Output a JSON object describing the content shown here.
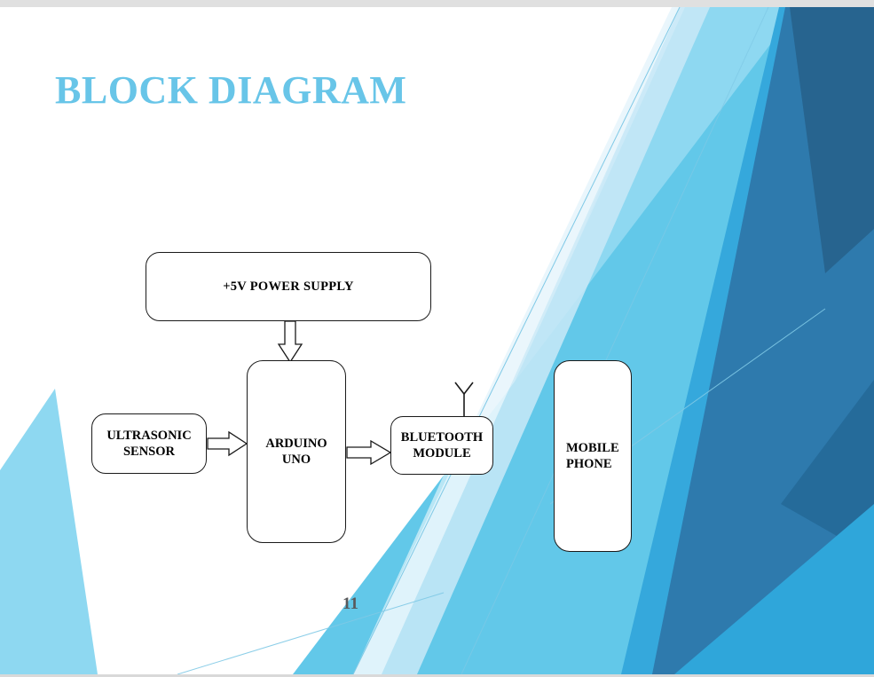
{
  "slide": {
    "title": "BLOCK DIAGRAM",
    "page_number": "11",
    "title_color": "#68c5e8",
    "page_number_color": "#59595b",
    "background_color": "#ffffff",
    "top_strip_color": "#e0e0e0"
  },
  "diagram": {
    "nodes": [
      {
        "id": "power",
        "label": "+5V POWER SUPPLY",
        "icon": "rounded-rect-block"
      },
      {
        "id": "arduino",
        "label": "ARDUINO\nUNO",
        "icon": "rounded-rect-block"
      },
      {
        "id": "ultrasonic",
        "label": "ULTRASONIC\nSENSOR",
        "icon": "rounded-rect-block"
      },
      {
        "id": "bluetooth",
        "label": "BLUETOOTH\nMODULE",
        "icon": "rounded-rect-block"
      },
      {
        "id": "mobile",
        "label": "MOBILE\nPHONE",
        "icon": "rounded-rect-block"
      }
    ],
    "connectors": [
      {
        "id": "power-to-arduino",
        "from": "power",
        "to": "arduino",
        "style": "hollow-block-arrow",
        "direction": "down"
      },
      {
        "id": "ultrasonic-to-arduino",
        "from": "ultrasonic",
        "to": "arduino",
        "style": "hollow-block-arrow",
        "direction": "right"
      },
      {
        "id": "arduino-to-bluetooth",
        "from": "arduino",
        "to": "bluetooth",
        "style": "hollow-block-arrow",
        "direction": "right"
      }
    ],
    "decorations": [
      {
        "id": "bluetooth-antenna",
        "icon": "antenna-icon",
        "attached_to": "bluetooth"
      }
    ]
  },
  "background_art": {
    "palette": {
      "pale_blue": "#d6eff9",
      "light_blue": "#8ed8f1",
      "sky_blue": "#5fc7e8",
      "mid_blue": "#35a8dc",
      "deep_blue": "#2a7fb5",
      "dark_blue": "#2e6f9e",
      "navy_blue": "#27648f",
      "hairline": "#7fc9e6"
    }
  }
}
